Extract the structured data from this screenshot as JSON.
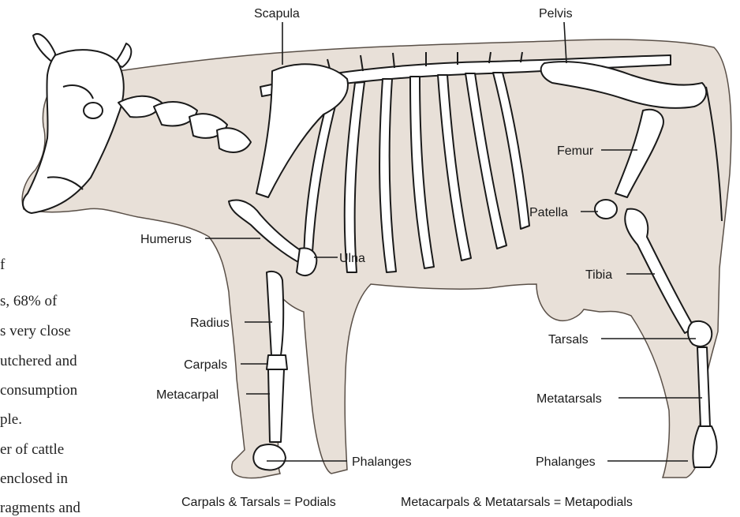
{
  "diagram": {
    "labels": {
      "scapula": "Scapula",
      "pelvis": "Pelvis",
      "femur": "Femur",
      "patella": "Patella",
      "humerus": "Humerus",
      "ulna": "Ulna",
      "tibia": "Tibia",
      "radius": "Radius",
      "tarsals": "Tarsals",
      "carpals": "Carpals",
      "metacarpal": "Metacarpal",
      "metatarsals": "Metatarsals",
      "phalanges_front": "Phalanges",
      "phalanges_hind": "Phalanges"
    },
    "footnotes": {
      "podials": "Carpals & Tarsals = Podials",
      "metapodials": "Metacarpals & Metatarsals = Metapodials"
    }
  },
  "page_text": {
    "lines": [
      "f",
      "s, 68% of",
      "s very close",
      "utchered and",
      "consumption",
      "ple.",
      "er of cattle",
      "enclosed in",
      "ragments and"
    ]
  }
}
